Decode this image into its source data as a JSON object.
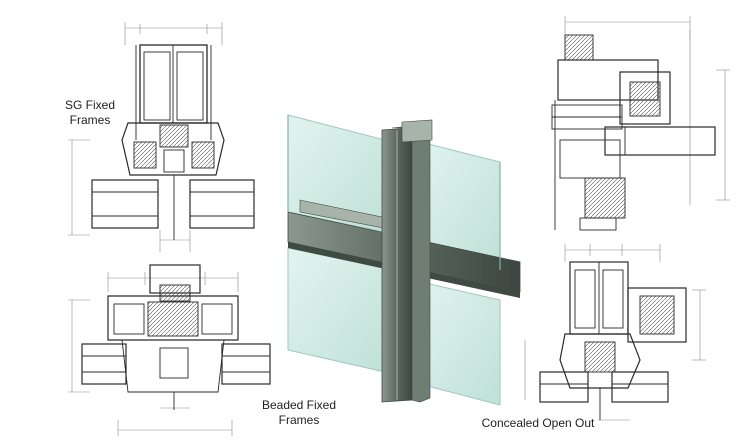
{
  "labels": {
    "sg_fixed": {
      "line1": "SG Fixed",
      "line2": "Frames"
    },
    "beaded_fixed": {
      "line1": "Beaded Fixed",
      "line2": "Frames"
    },
    "concealed_open_out": {
      "line1": "Concealed Open Out"
    }
  },
  "colors": {
    "line": "#2a2a2a",
    "dimension": "#8a8a8a",
    "glass": "#cfe9e2",
    "glass_edge": "#9fc8be",
    "mullion": "#6f7d73",
    "mullion_dark": "#3f4a43",
    "mullion_light": "#a8b3aa",
    "background": "#ffffff"
  }
}
